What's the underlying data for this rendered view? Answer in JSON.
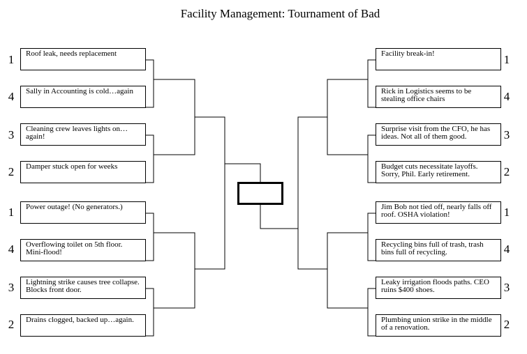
{
  "title": "Facility Management: Tournament of Bad",
  "left": [
    {
      "seed": "1",
      "text": "Roof leak, needs replacement"
    },
    {
      "seed": "4",
      "text": "Sally in Accounting is cold…again"
    },
    {
      "seed": "3",
      "text": "Cleaning crew leaves lights on…again!"
    },
    {
      "seed": "2",
      "text": "Damper stuck open for weeks"
    },
    {
      "seed": "1",
      "text": "Power outage! (No generators.)"
    },
    {
      "seed": "4",
      "text": "Overflowing toilet on 5th floor. Mini-flood!"
    },
    {
      "seed": "3",
      "text": "Lightning strike causes tree collapse. Blocks front door."
    },
    {
      "seed": "2",
      "text": "Drains clogged, backed up…again."
    }
  ],
  "right": [
    {
      "seed": "1",
      "text": "Facility break-in!"
    },
    {
      "seed": "4",
      "text": "Rick in Logistics seems to be stealing office chairs"
    },
    {
      "seed": "3",
      "text": "Surprise visit from the CFO, he has ideas. Not all of them good."
    },
    {
      "seed": "2",
      "text": "Budget cuts necessitate layoffs. Sorry, Phil. Early retirement."
    },
    {
      "seed": "1",
      "text": "Jim Bob not tied off, nearly falls off roof. OSHA violation!"
    },
    {
      "seed": "4",
      "text": "Recycling bins full of trash, trash bins full of recycling."
    },
    {
      "seed": "3",
      "text": "Leaky irrigation floods paths. CEO ruins $400 shoes."
    },
    {
      "seed": "2",
      "text": "Plumbing union strike in the middle of a renovation."
    }
  ]
}
